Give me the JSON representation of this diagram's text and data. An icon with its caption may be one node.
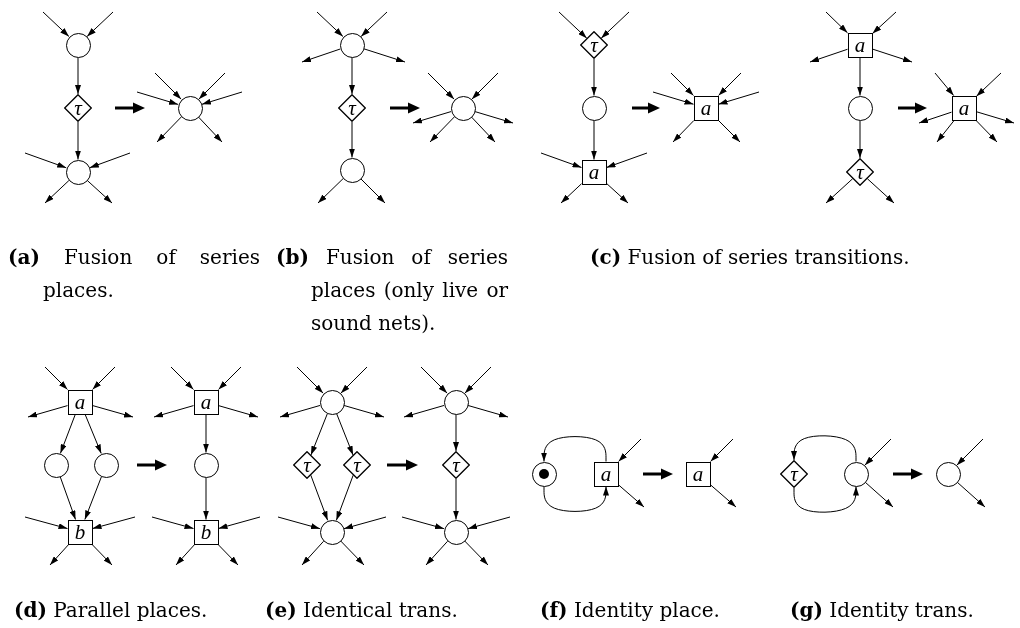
{
  "diagram": {
    "nodes": [
      {
        "text": [],
        "shape": "circle"
      },
      {
        "text": [
          "τ"
        ]
      },
      {
        "text": [],
        "shape": "circle"
      },
      {
        "text": [],
        "shape": "circle"
      },
      {
        "text": [],
        "shape": "circle"
      },
      {
        "text": [
          "τ"
        ]
      },
      {
        "text": [],
        "shape": "circle"
      },
      {
        "text": [],
        "shape": "circle"
      },
      {
        "text": [
          "τ"
        ]
      },
      {
        "text": [],
        "shape": "circle"
      },
      {
        "text": [
          "a"
        ]
      },
      {
        "text": [
          "a"
        ]
      },
      {
        "text": [
          "a"
        ]
      },
      {
        "text": [],
        "shape": "circle"
      },
      {
        "text": [
          "τ"
        ]
      },
      {
        "text": [
          "a"
        ]
      },
      {
        "text": [
          "a"
        ]
      },
      {
        "text": [],
        "shape": "circle"
      },
      {
        "text": [],
        "shape": "circle"
      },
      {
        "text": [
          "b"
        ]
      },
      {
        "text": [
          "a"
        ]
      },
      {
        "text": [],
        "shape": "circle"
      },
      {
        "text": [
          "b"
        ]
      },
      {
        "text": [],
        "shape": "circle"
      },
      {
        "text": [
          "τ"
        ]
      },
      {
        "text": [
          "τ"
        ]
      },
      {
        "text": [],
        "shape": "circle"
      },
      {
        "text": [],
        "shape": "circle"
      },
      {
        "text": [
          "τ"
        ]
      },
      {
        "text": [],
        "shape": "circle"
      },
      {
        "text": [],
        "shape": "circle"
      },
      {
        "text": [],
        "shape": "dot",
        "in": 30
      },
      {
        "text": [
          "a"
        ]
      },
      {
        "text": [
          "a"
        ]
      },
      {
        "text": [
          "τ"
        ]
      },
      {
        "text": [],
        "shape": "circle"
      },
      {
        "text": [],
        "shape": "circle"
      }
    ],
    "edges": [
      {
        "from": null,
        "to": 0,
        "arrow": "to"
      },
      {
        "from": null,
        "to": 0,
        "arrow": "to"
      },
      {
        "from": 0,
        "to": 1,
        "arrow": "to"
      },
      {
        "from": 1,
        "to": 2,
        "arrow": "to"
      },
      {
        "from": null,
        "to": 2,
        "arrow": "to"
      },
      {
        "from": null,
        "to": 2,
        "arrow": "to"
      },
      {
        "from": 2,
        "to": null,
        "arrow": "to"
      },
      {
        "from": 2,
        "to": null,
        "arrow": "to"
      },
      {
        "from": null,
        "to": 3,
        "arrow": "to"
      },
      {
        "from": null,
        "to": 3,
        "arrow": "to"
      },
      {
        "from": null,
        "to": 3,
        "arrow": "to"
      },
      {
        "from": null,
        "to": 3,
        "arrow": "to"
      },
      {
        "from": 3,
        "to": null,
        "arrow": "to"
      },
      {
        "from": 3,
        "to": null,
        "arrow": "to"
      },
      {
        "from": null,
        "to": 4,
        "arrow": "to"
      },
      {
        "from": null,
        "to": 4,
        "arrow": "to"
      },
      {
        "from": 4,
        "to": null,
        "arrow": "to"
      },
      {
        "from": 4,
        "to": null,
        "arrow": "to"
      },
      {
        "from": 4,
        "to": 5,
        "arrow": "to"
      },
      {
        "from": 5,
        "to": 6,
        "arrow": "to"
      },
      {
        "from": 6,
        "to": null,
        "arrow": "to"
      },
      {
        "from": 6,
        "to": null,
        "arrow": "to"
      },
      {
        "from": null,
        "to": 7,
        "arrow": "to"
      },
      {
        "from": null,
        "to": 7,
        "arrow": "to"
      },
      {
        "from": 7,
        "to": null,
        "arrow": "to"
      },
      {
        "from": 7,
        "to": null,
        "arrow": "to"
      },
      {
        "from": 7,
        "to": null,
        "arrow": "to"
      },
      {
        "from": 7,
        "to": null,
        "arrow": "to"
      },
      {
        "from": null,
        "to": 8,
        "arrow": "to"
      },
      {
        "from": null,
        "to": 8,
        "arrow": "to"
      },
      {
        "from": 8,
        "to": 9,
        "arrow": "to"
      },
      {
        "from": 9,
        "to": 10,
        "arrow": "to"
      },
      {
        "from": null,
        "to": 10,
        "arrow": "to"
      },
      {
        "from": null,
        "to": 10,
        "arrow": "to"
      },
      {
        "from": 10,
        "to": null,
        "arrow": "to"
      },
      {
        "from": 10,
        "to": null,
        "arrow": "to"
      },
      {
        "from": null,
        "to": 11,
        "arrow": "to"
      },
      {
        "from": null,
        "to": 11,
        "arrow": "to"
      },
      {
        "from": null,
        "to": 11,
        "arrow": "to"
      },
      {
        "from": null,
        "to": 11,
        "arrow": "to"
      },
      {
        "from": 11,
        "to": null,
        "arrow": "to"
      },
      {
        "from": 11,
        "to": null,
        "arrow": "to"
      },
      {
        "from": null,
        "to": 12,
        "arrow": "to"
      },
      {
        "from": null,
        "to": 12,
        "arrow": "to"
      },
      {
        "from": 12,
        "to": null,
        "arrow": "to"
      },
      {
        "from": 12,
        "to": null,
        "arrow": "to"
      },
      {
        "from": 12,
        "to": 13,
        "arrow": "to"
      },
      {
        "from": 13,
        "to": 14,
        "arrow": "to"
      },
      {
        "from": 14,
        "to": null,
        "arrow": "to"
      },
      {
        "from": 14,
        "to": null,
        "arrow": "to"
      },
      {
        "from": null,
        "to": 15,
        "arrow": "to"
      },
      {
        "from": null,
        "to": 15,
        "arrow": "to"
      },
      {
        "from": 15,
        "to": null,
        "arrow": "to"
      },
      {
        "from": 15,
        "to": null,
        "arrow": "to"
      },
      {
        "from": 15,
        "to": null,
        "arrow": "to"
      },
      {
        "from": 15,
        "to": null,
        "arrow": "to"
      },
      {
        "from": null,
        "to": 16,
        "arrow": "to"
      },
      {
        "from": null,
        "to": 16,
        "arrow": "to"
      },
      {
        "from": 16,
        "to": null,
        "arrow": "to"
      },
      {
        "from": 16,
        "to": null,
        "arrow": "to"
      },
      {
        "from": 16,
        "to": 17,
        "arrow": "to"
      },
      {
        "from": 16,
        "to": 18,
        "arrow": "to"
      },
      {
        "from": 17,
        "to": 19,
        "arrow": "to"
      },
      {
        "from": 18,
        "to": 19,
        "arrow": "to"
      },
      {
        "from": null,
        "to": 19,
        "arrow": "to"
      },
      {
        "from": null,
        "to": 19,
        "arrow": "to"
      },
      {
        "from": 19,
        "to": null,
        "arrow": "to"
      },
      {
        "from": 19,
        "to": null,
        "arrow": "to"
      },
      {
        "from": null,
        "to": 20,
        "arrow": "to"
      },
      {
        "from": null,
        "to": 20,
        "arrow": "to"
      },
      {
        "from": 20,
        "to": null,
        "arrow": "to"
      },
      {
        "from": 20,
        "to": null,
        "arrow": "to"
      },
      {
        "from": 20,
        "to": 21,
        "arrow": "to"
      },
      {
        "from": 21,
        "to": 22,
        "arrow": "to"
      },
      {
        "from": null,
        "to": 22,
        "arrow": "to"
      },
      {
        "from": null,
        "to": 22,
        "arrow": "to"
      },
      {
        "from": 22,
        "to": null,
        "arrow": "to"
      },
      {
        "from": 22,
        "to": null,
        "arrow": "to"
      },
      {
        "from": null,
        "to": 23,
        "arrow": "to"
      },
      {
        "from": null,
        "to": 23,
        "arrow": "to"
      },
      {
        "from": 23,
        "to": null,
        "arrow": "to"
      },
      {
        "from": 23,
        "to": null,
        "arrow": "to"
      },
      {
        "from": 23,
        "to": 24,
        "arrow": "to"
      },
      {
        "from": 23,
        "to": 25,
        "arrow": "to"
      },
      {
        "from": 24,
        "to": 26,
        "arrow": "to"
      },
      {
        "from": 25,
        "to": 26,
        "arrow": "to"
      },
      {
        "from": null,
        "to": 26,
        "arrow": "to"
      },
      {
        "from": null,
        "to": 26,
        "arrow": "to"
      },
      {
        "from": 26,
        "to": null,
        "arrow": "to"
      },
      {
        "from": 26,
        "to": null,
        "arrow": "to"
      },
      {
        "from": null,
        "to": 27,
        "arrow": "to"
      },
      {
        "from": null,
        "to": 27,
        "arrow": "to"
      },
      {
        "from": 27,
        "to": null,
        "arrow": "to"
      },
      {
        "from": 27,
        "to": null,
        "arrow": "to"
      },
      {
        "from": 27,
        "to": 28,
        "arrow": "to"
      },
      {
        "from": 28,
        "to": 29,
        "arrow": "to"
      },
      {
        "from": null,
        "to": 29,
        "arrow": "to"
      },
      {
        "from": null,
        "to": 29,
        "arrow": "to"
      },
      {
        "from": 29,
        "to": null,
        "arrow": "to"
      },
      {
        "from": 29,
        "to": null,
        "arrow": "to"
      },
      {
        "from": 32,
        "to": 30,
        "arrow": "to"
      },
      {
        "from": 30,
        "to": 32,
        "arrow": "to"
      },
      {
        "from": null,
        "to": 32,
        "arrow": "to"
      },
      {
        "from": 32,
        "to": null,
        "arrow": "to"
      },
      {
        "from": null,
        "to": 33,
        "arrow": "to"
      },
      {
        "from": 33,
        "to": null,
        "arrow": "to"
      },
      {
        "from": 35,
        "to": 34,
        "arrow": "to"
      },
      {
        "from": 34,
        "to": 35,
        "arrow": "to"
      },
      {
        "from": null,
        "to": 35,
        "arrow": "to"
      },
      {
        "from": 35,
        "to": null,
        "arrow": "to"
      },
      {
        "from": null,
        "to": 36,
        "arrow": "to"
      },
      {
        "from": 36,
        "to": null,
        "arrow": "to"
      }
    ],
    "labels": [
      "**(a)** Fusion of series places.",
      "**(b)** Fusion of series places (only live or sound nets).",
      "**(c)** Fusion of series transitions.",
      "**(d)** Parallel places.",
      "**(e)** Identical trans.",
      "**(f)** Identity place.",
      "**(g)** Identity trans."
    ]
  }
}
